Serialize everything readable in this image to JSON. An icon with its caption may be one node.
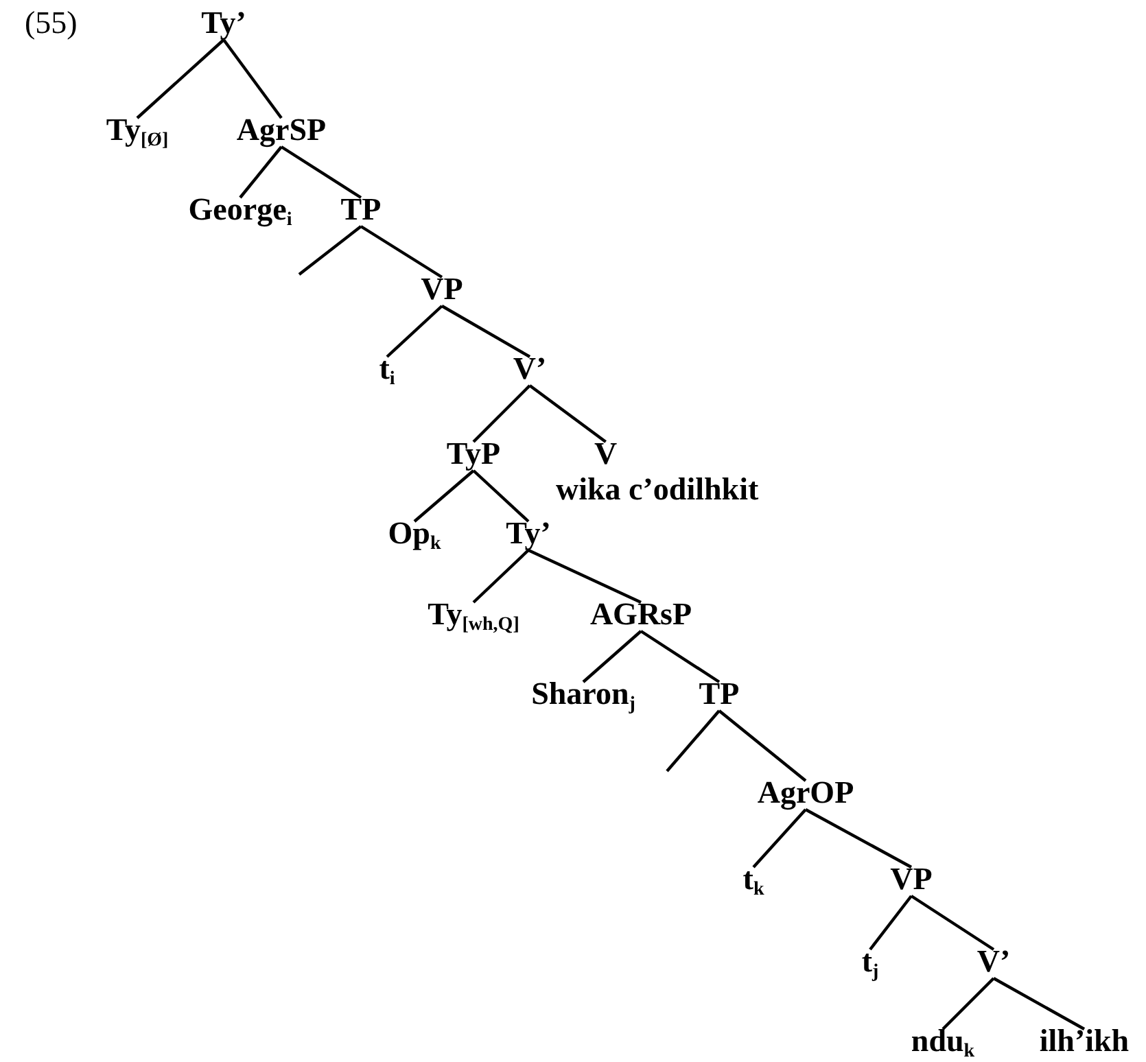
{
  "diagram": {
    "nodes": [
      {
        "text": [
          "Ty’"
        ]
      },
      {
        "text": [
          "Ty$_{[Ø]}$"
        ]
      },
      {
        "text": [
          "AgrSP"
        ]
      },
      {
        "text": [
          "George$_{i}$"
        ]
      },
      {
        "text": [
          "TP"
        ]
      },
      {
        "text": [
          "VP"
        ]
      },
      {
        "text": [
          "t$_{i}$"
        ]
      },
      {
        "text": [
          "V’"
        ]
      },
      {
        "text": [
          "TyP"
        ]
      },
      {
        "text": [
          "V",
          "wika c’odilhkit"
        ]
      },
      {
        "text": [
          "Op$_{k}$"
        ]
      },
      {
        "text": [
          "Ty’"
        ]
      },
      {
        "text": [
          "Ty$_{[wh,Q]}$"
        ]
      },
      {
        "text": [
          "AGRsP"
        ]
      },
      {
        "text": [
          "Sharon$_{j}$"
        ]
      },
      {
        "text": [
          "TP"
        ]
      },
      {
        "text": [
          "AgrOP"
        ]
      },
      {
        "text": [
          "t$_{k}$"
        ]
      },
      {
        "text": [
          "VP"
        ]
      },
      {
        "text": [
          "t$_{j}$"
        ]
      },
      {
        "text": [
          "V’"
        ]
      },
      {
        "text": [
          "ndu$_{k}$"
        ]
      },
      {
        "text": [
          "ilh’ikh"
        ]
      }
    ],
    "edges": [
      {
        "from": 0,
        "to": 1,
        "arrow": "none"
      },
      {
        "from": 0,
        "to": 2,
        "arrow": "none"
      },
      {
        "from": 2,
        "to": 3,
        "arrow": "none"
      },
      {
        "from": 2,
        "to": 4,
        "arrow": "none"
      },
      {
        "from": 4,
        "to": null,
        "arrow": "none"
      },
      {
        "from": 4,
        "to": 5,
        "arrow": "none"
      },
      {
        "from": 5,
        "to": 6,
        "arrow": "none"
      },
      {
        "from": 5,
        "to": 7,
        "arrow": "none"
      },
      {
        "from": 7,
        "to": 8,
        "arrow": "none"
      },
      {
        "from": 7,
        "to": 9,
        "arrow": "none"
      },
      {
        "from": 8,
        "to": 10,
        "arrow": "none"
      },
      {
        "from": 8,
        "to": 11,
        "arrow": "none"
      },
      {
        "from": 11,
        "to": 12,
        "arrow": "none"
      },
      {
        "from": 11,
        "to": 13,
        "arrow": "none"
      },
      {
        "from": 13,
        "to": 14,
        "arrow": "none"
      },
      {
        "from": 13,
        "to": 15,
        "arrow": "none"
      },
      {
        "from": 15,
        "to": null,
        "arrow": "none"
      },
      {
        "from": 15,
        "to": 16,
        "arrow": "none"
      },
      {
        "from": 16,
        "to": 17,
        "arrow": "none"
      },
      {
        "from": 16,
        "to": 18,
        "arrow": "none"
      },
      {
        "from": 18,
        "to": 19,
        "arrow": "none"
      },
      {
        "from": 18,
        "to": 20,
        "arrow": "none"
      },
      {
        "from": 20,
        "to": 21,
        "arrow": "none"
      },
      {
        "from": 20,
        "to": 22,
        "arrow": "none"
      }
    ],
    "labels": [
      "(55)"
    ]
  }
}
